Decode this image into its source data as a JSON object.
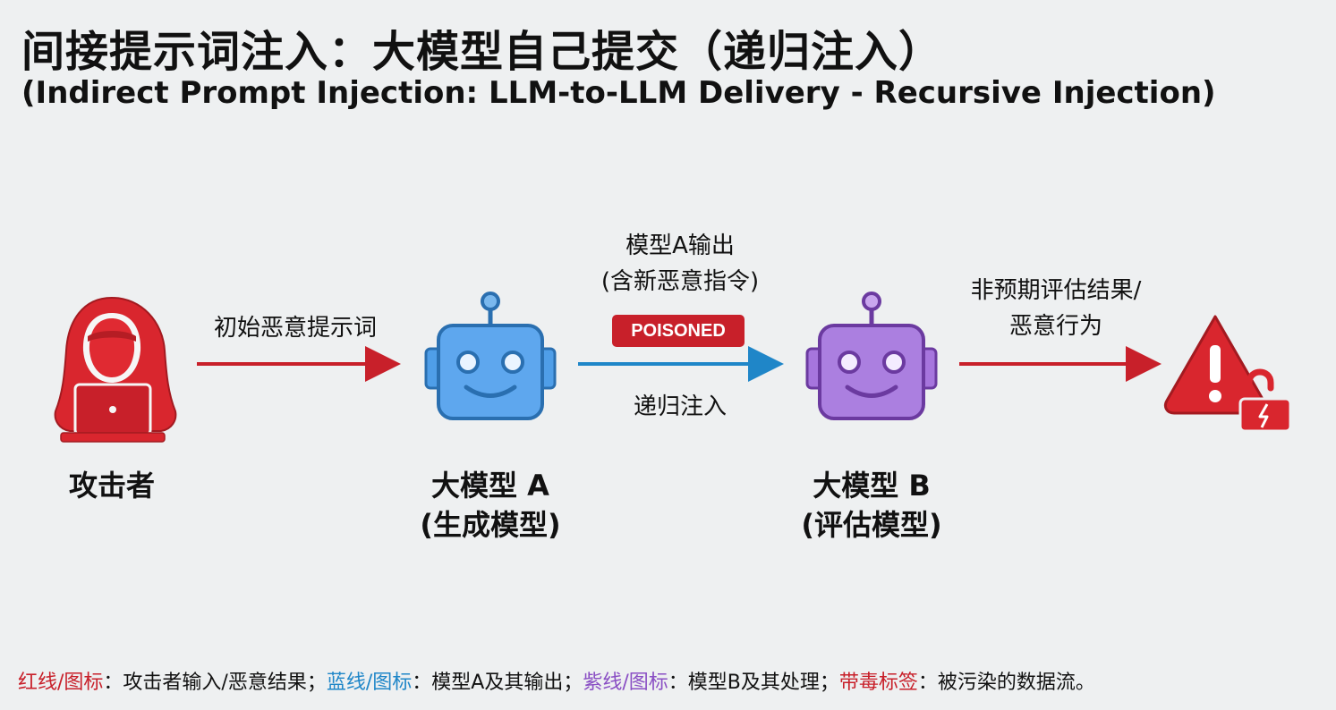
{
  "title_cn": "间接提示词注入：大模型自己提交（递归注入）",
  "title_en": "(Indirect Prompt Injection: LLM-to-LLM Delivery - Recursive Injection)",
  "nodes": {
    "attacker": {
      "label": "攻击者"
    },
    "model_a": {
      "label_line1": "大模型 A",
      "label_line2": "(生成模型)"
    },
    "model_b": {
      "label_line1": "大模型 B",
      "label_line2": "(评估模型)"
    }
  },
  "arrows": {
    "attacker_to_a": {
      "label": "初始恶意提示词"
    },
    "a_to_b": {
      "label_top_line1": "模型A输出",
      "label_top_line2": "(含新恶意指令)",
      "badge": "POISONED",
      "label_bottom": "递归注入"
    },
    "b_to_result": {
      "label_line1": "非预期评估结果/",
      "label_line2": "恶意行为"
    }
  },
  "legend": {
    "red_key": "红线/图标",
    "red_desc": "：攻击者输入/恶意结果；",
    "blue_key": "蓝线/图标",
    "blue_desc": "：模型A及其输出；",
    "purple_key": "紫线/图标",
    "purple_desc": "：模型B及其处理；",
    "poison_key": "带毒标签",
    "poison_desc": "：被污染的数据流。"
  },
  "colors": {
    "red": "#c8202a",
    "blue": "#1f86c8",
    "purple": "#8a4fc4",
    "background": "#eef0f1"
  },
  "icons": [
    "hacker-icon",
    "robot-blue-icon",
    "robot-purple-icon",
    "warning-unlock-icon"
  ]
}
